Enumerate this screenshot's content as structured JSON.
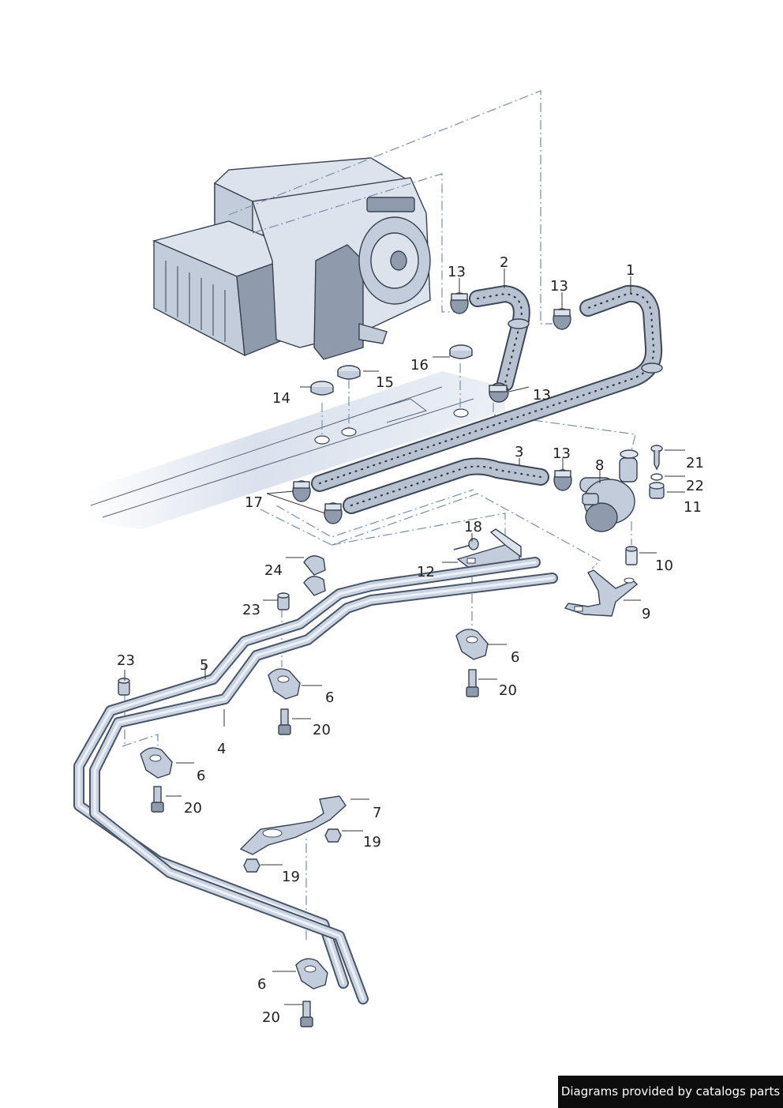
{
  "callouts": {
    "c1": "1",
    "c2": "2",
    "c3": "3",
    "c4": "4",
    "c5": "5",
    "c6a": "6",
    "c6b": "6",
    "c6c": "6",
    "c6d": "6",
    "c7": "7",
    "c8": "8",
    "c9": "9",
    "c10": "10",
    "c11": "11",
    "c12": "12",
    "c13a": "13",
    "c13b": "13",
    "c13c": "13",
    "c13d": "13",
    "c14": "14",
    "c15": "15",
    "c16": "16",
    "c17": "17",
    "c18": "18",
    "c19a": "19",
    "c19b": "19",
    "c20a": "20",
    "c20b": "20",
    "c20c": "20",
    "c20d": "20",
    "c21": "21",
    "c22": "22",
    "c23a": "23",
    "c23b": "23",
    "c24": "24"
  },
  "footer": {
    "text": "Diagrams provided by catalogs parts"
  },
  "colors": {
    "tube": "#c9d3e2",
    "outline": "#394250",
    "guide_line": "#7a8ea6",
    "footer_bg": "#0d0d0d"
  }
}
